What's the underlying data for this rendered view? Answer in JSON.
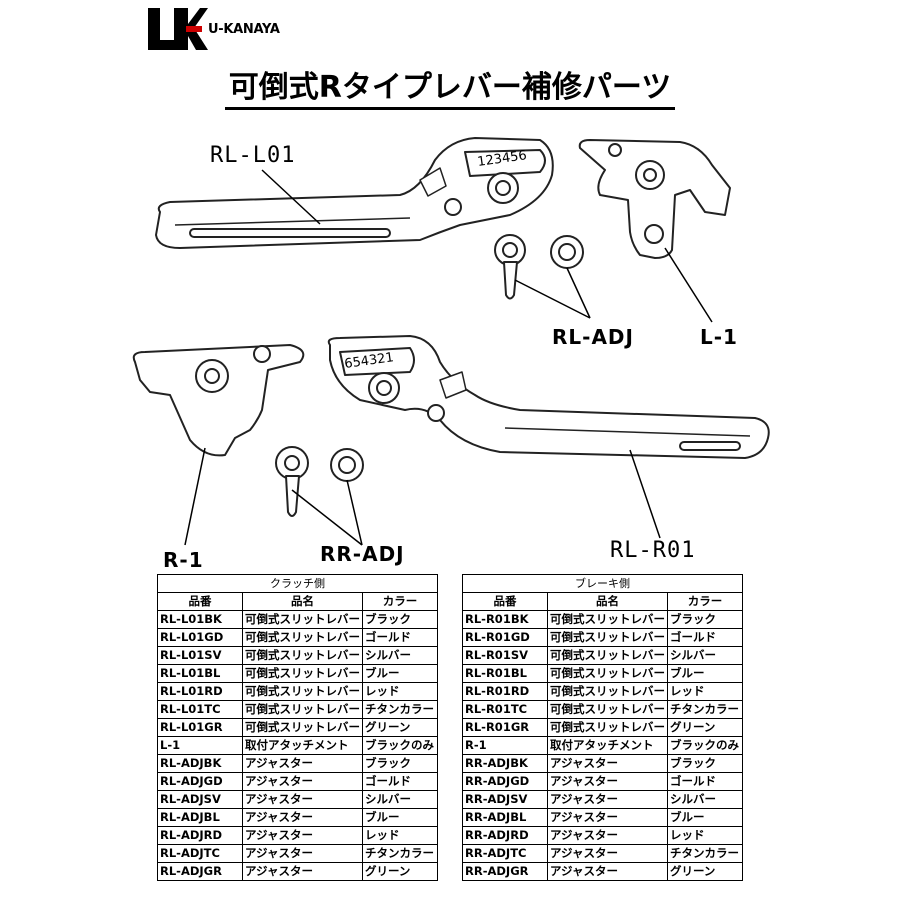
{
  "brand": {
    "mark": "UK",
    "name": "U-KANAYA"
  },
  "title": "可倒式Rタイプレバー補修パーツ",
  "labels": {
    "rl_l01": "RL-L01",
    "l1": "L-1",
    "rl_adj": "RL-ADJ",
    "r1": "R-1",
    "rr_adj": "RR-ADJ",
    "rl_r01": "RL-R01",
    "dial_top": "123456",
    "dial_bottom": "654321"
  },
  "clutch_table": {
    "caption": "クラッチ側",
    "headers": [
      "品番",
      "品名",
      "カラー"
    ],
    "rows": [
      [
        "RL-L01BK",
        "可倒式スリットレバー",
        "ブラック"
      ],
      [
        "RL-L01GD",
        "可倒式スリットレバー",
        "ゴールド"
      ],
      [
        "RL-L01SV",
        "可倒式スリットレバー",
        "シルバー"
      ],
      [
        "RL-L01BL",
        "可倒式スリットレバー",
        "ブルー"
      ],
      [
        "RL-L01RD",
        "可倒式スリットレバー",
        "レッド"
      ],
      [
        "RL-L01TC",
        "可倒式スリットレバー",
        "チタンカラー"
      ],
      [
        "RL-L01GR",
        "可倒式スリットレバー",
        "グリーン"
      ],
      [
        "L-1",
        "取付アタッチメント",
        "ブラックのみ"
      ],
      [
        "RL-ADJBK",
        "アジャスター",
        "ブラック"
      ],
      [
        "RL-ADJGD",
        "アジャスター",
        "ゴールド"
      ],
      [
        "RL-ADJSV",
        "アジャスター",
        "シルバー"
      ],
      [
        "RL-ADJBL",
        "アジャスター",
        "ブルー"
      ],
      [
        "RL-ADJRD",
        "アジャスター",
        "レッド"
      ],
      [
        "RL-ADJTC",
        "アジャスター",
        "チタンカラー"
      ],
      [
        "RL-ADJGR",
        "アジャスター",
        "グリーン"
      ]
    ]
  },
  "brake_table": {
    "caption": "ブレーキ側",
    "headers": [
      "品番",
      "品名",
      "カラー"
    ],
    "rows": [
      [
        "RL-R01BK",
        "可倒式スリットレバー",
        "ブラック"
      ],
      [
        "RL-R01GD",
        "可倒式スリットレバー",
        "ゴールド"
      ],
      [
        "RL-R01SV",
        "可倒式スリットレバー",
        "シルバー"
      ],
      [
        "RL-R01BL",
        "可倒式スリットレバー",
        "ブルー"
      ],
      [
        "RL-R01RD",
        "可倒式スリットレバー",
        "レッド"
      ],
      [
        "RL-R01TC",
        "可倒式スリットレバー",
        "チタンカラー"
      ],
      [
        "RL-R01GR",
        "可倒式スリットレバー",
        "グリーン"
      ],
      [
        "R-1",
        "取付アタッチメント",
        "ブラックのみ"
      ],
      [
        "RR-ADJBK",
        "アジャスター",
        "ブラック"
      ],
      [
        "RR-ADJGD",
        "アジャスター",
        "ゴールド"
      ],
      [
        "RR-ADJSV",
        "アジャスター",
        "シルバー"
      ],
      [
        "RR-ADJBL",
        "アジャスター",
        "ブルー"
      ],
      [
        "RR-ADJRD",
        "アジャスター",
        "レッド"
      ],
      [
        "RR-ADJTC",
        "アジャスター",
        "チタンカラー"
      ],
      [
        "RR-ADJGR",
        "アジャスター",
        "グリーン"
      ]
    ]
  }
}
